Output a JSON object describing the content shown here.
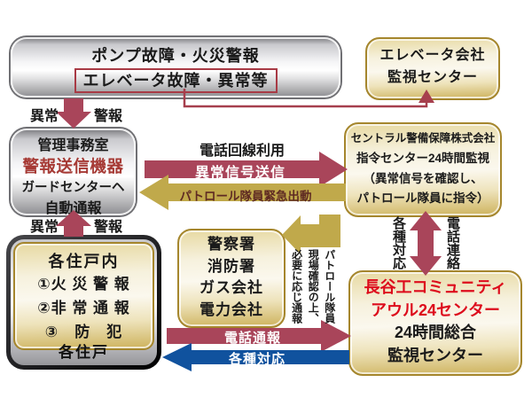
{
  "colors": {
    "arrow_red": "#a9455a",
    "arrow_gold": "#c0a94b",
    "arrow_blue": "#10529e",
    "connector_red": "#a63f4d",
    "text_red_device": "#a63a35",
    "text_red_owl": "#dd0b1c",
    "gold_border": "#a5862d"
  },
  "boxes": {
    "alarm_source": {
      "line1": "ポンプ故障・火災警報",
      "line2": "エレベータ故障・異常等"
    },
    "elevator_company": {
      "line1": "エレベータ会社",
      "line2": "監視センター"
    },
    "management_office": {
      "line1": "管理事務室",
      "line2": "警報送信機器",
      "line3": "ガードセンターヘ",
      "line4": "自動通報"
    },
    "central_security": {
      "line1": "セントラル警備保障株式会社",
      "line2": "指令センター24時間監視",
      "line3": "（異常信号を確認し、",
      "line4": "パトロール隊員に指令）"
    },
    "residence": {
      "title": "各住戸内",
      "item1": "①火 災 警 報",
      "item2": "②非 常 通 報",
      "item3": "③　防　犯",
      "footer": "各住戸"
    },
    "agencies": {
      "line1": "警察署",
      "line2": "消防署",
      "line3": "ガス会社",
      "line4": "電力会社"
    },
    "owl_center": {
      "line1": "長谷工コミュニティ",
      "line2": "アウル24センター",
      "line3": "24時間総合",
      "line4": "監視センター"
    }
  },
  "labels": {
    "abnormal_top": "異常",
    "alert_top": "警報",
    "abnormal_mid": "異常",
    "alert_mid": "警報",
    "phone_line": "電話回線利用",
    "signal_send": "異常信号送信",
    "patrol_dispatch": "パトロール隊員緊急出動",
    "patrol_note_col1": "パトロール隊員",
    "patrol_note_col2": "現場確認の上、",
    "patrol_note_col3": "必要に応じ通報",
    "various_response_v": "各種対応",
    "phone_contact_v": "電話連絡",
    "phone_report": "電話通報",
    "various_response_h": "各種対応"
  }
}
